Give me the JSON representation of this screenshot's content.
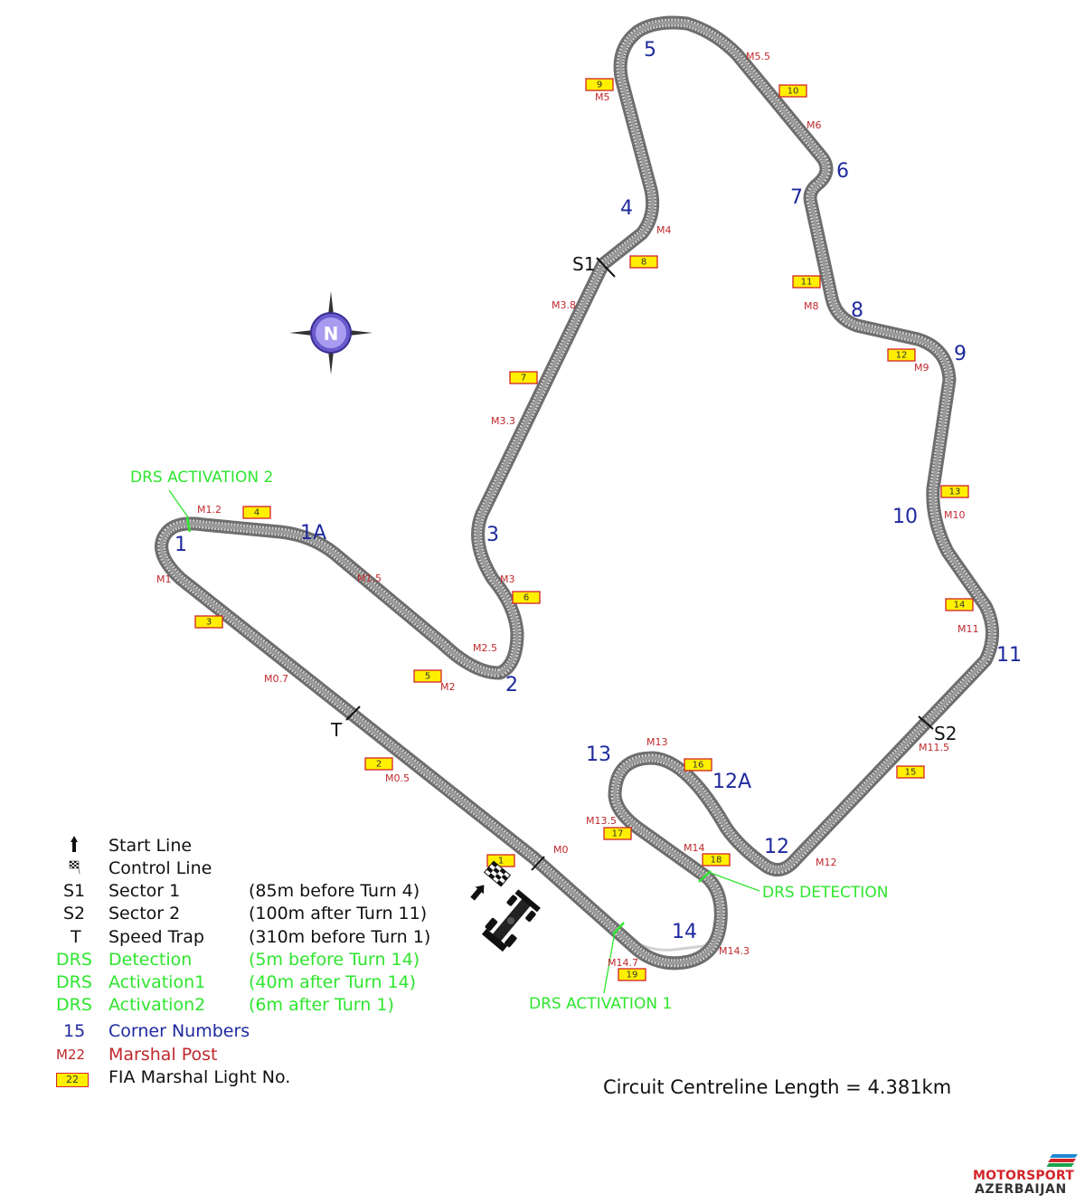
{
  "corners": [
    "1",
    "1A",
    "2",
    "3",
    "4",
    "5",
    "6",
    "7",
    "8",
    "9",
    "10",
    "11",
    "12",
    "12A",
    "13",
    "14"
  ],
  "marshal_posts": [
    "M0",
    "M0.5",
    "M0.7",
    "M1",
    "M1.2",
    "M1.5",
    "M2",
    "M2.5",
    "M3",
    "M3.3",
    "M3.8",
    "M4",
    "M5",
    "M5.5",
    "M6",
    "M8",
    "M9",
    "M10",
    "M11",
    "M11.5",
    "M12",
    "M13",
    "M13.5",
    "M14",
    "M14.3",
    "M14.7"
  ],
  "marshal_lights": [
    "1",
    "2",
    "3",
    "4",
    "5",
    "6",
    "7",
    "8",
    "9",
    "10",
    "11",
    "12",
    "13",
    "14",
    "15",
    "16",
    "17",
    "18",
    "19"
  ],
  "drs_labels": {
    "activation2": "DRS ACTIVATION 2",
    "detection": "DRS DETECTION",
    "activation1": "DRS ACTIVATION 1"
  },
  "track_markers": {
    "s1": "S1",
    "s2": "S2",
    "t": "T"
  },
  "compass": "N",
  "legend": [
    {
      "symbol": "",
      "label": "Start Line",
      "note": ""
    },
    {
      "symbol": "",
      "label": "Control Line",
      "note": ""
    },
    {
      "symbol": "S1",
      "label": "Sector 1",
      "note": "(85m before Turn 4)"
    },
    {
      "symbol": "S2",
      "label": "Sector 2",
      "note": "(100m after Turn 11)"
    },
    {
      "symbol": "T",
      "label": "Speed Trap",
      "note": "(310m before Turn 1)"
    },
    {
      "symbol": "DRS",
      "label": "Detection",
      "note": "(5m before Turn 14)"
    },
    {
      "symbol": "DRS",
      "label": "Activation1",
      "note": "(40m after Turn 14)"
    },
    {
      "symbol": "DRS",
      "label": "Activation2",
      "note": "(6m after Turn 1)"
    },
    {
      "symbol": "15",
      "label": "Corner Numbers",
      "note": ""
    },
    {
      "symbol": "M22",
      "label": "Marshal Post",
      "note": ""
    },
    {
      "symbol": "22",
      "label": "FIA Marshal Light No.",
      "note": ""
    }
  ],
  "circuit_length": "Circuit Centreline Length = 4.381km",
  "logo": {
    "line1": "MOTORSPORT",
    "line2": "AZERBAIJAN"
  },
  "colors": {
    "track": "#8a8a8a",
    "corner_numbers": "#1f2a9e",
    "marshal_posts": "#c0282d",
    "drs": "#2ee62e",
    "light_fill": "#ffef00"
  }
}
